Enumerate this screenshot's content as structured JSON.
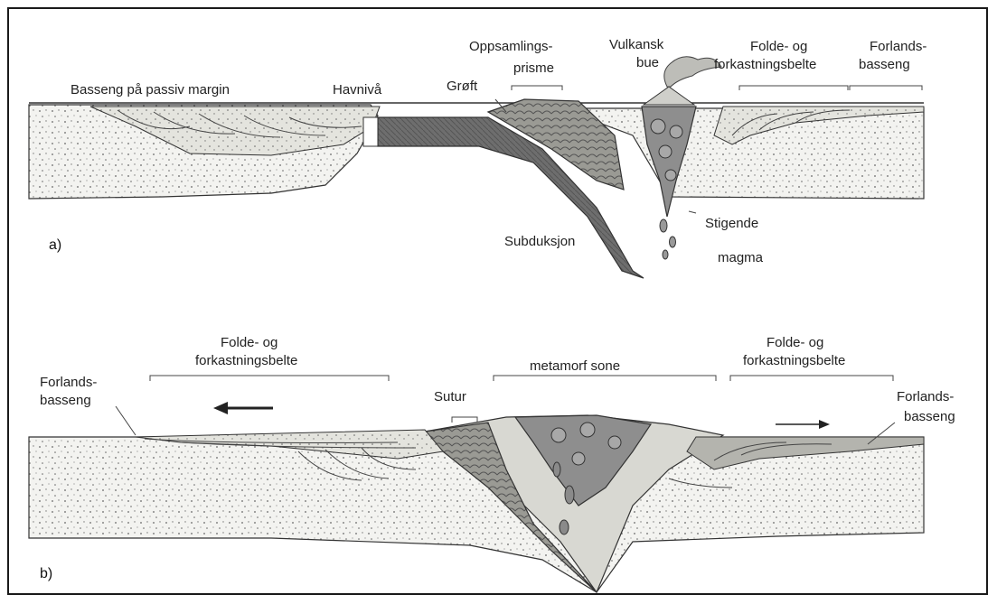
{
  "panel_a": {
    "marker": "a)",
    "labels": {
      "passive_margin_basin": "Basseng på passiv margin",
      "sea_level": "Havnivå",
      "trench": "Grøft",
      "accretionary_prism_1": "Oppsamlings-",
      "accretionary_prism_2": "prisme",
      "volcanic_arc_1": "Vulkansk",
      "volcanic_arc_2": "bue",
      "fold_thrust_belt_1": "Folde- og",
      "fold_thrust_belt_2": "forkastningsbelte",
      "foreland_basin_1": "Forlands-",
      "foreland_basin_2": "basseng",
      "subduction": "Subduksjon",
      "rising_magma_1": "Stigende",
      "rising_magma_2": "magma"
    }
  },
  "panel_b": {
    "marker": "b)",
    "labels": {
      "fold_thrust_belt_left_1": "Folde- og",
      "fold_thrust_belt_left_2": "forkastningsbelte",
      "foreland_basin_left_1": "Forlands-",
      "foreland_basin_left_2": "basseng",
      "suture": "Sutur",
      "metamorphic_zone": "metamorf sone",
      "fold_thrust_belt_right_1": "Folde- og",
      "fold_thrust_belt_right_2": "forkastningsbelte",
      "foreland_basin_right_1": "Forlands-",
      "foreland_basin_right_2": "basseng"
    }
  },
  "colors": {
    "crust_fill": "#f1f1ee",
    "sediment_fill": "#dcdcd6",
    "slab_fill": "#7a7a7a",
    "magma_fill": "#8a8a8a",
    "line": "#333333"
  }
}
